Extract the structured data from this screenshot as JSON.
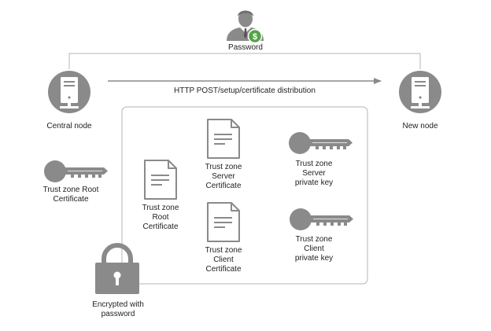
{
  "labels": {
    "password": "Password",
    "central_node": "Central node",
    "new_node": "New node",
    "http_post": "HTTP POST/setup/certificate distribution",
    "root_cert_left": "Trust zone Root\nCertificate",
    "root_cert_box": "Trust zone\nRoot\nCertificate",
    "server_cert": "Trust zone\nServer\nCertificate",
    "client_cert": "Trust zone\nClient\nCertificate",
    "server_key": "Trust zone\nServer\nprivate key",
    "client_key": "Trust zone\nClient\nprivate key",
    "encrypted": "Encrypted with\npassword"
  },
  "icons": {
    "user": "user-icon",
    "badge": "qlik-badge-icon",
    "server": "server-icon",
    "key": "key-icon",
    "document": "document-icon",
    "lock": "padlock-icon"
  },
  "colors": {
    "icon_gray": "#8a8a8a",
    "line_gray": "#b4b4b4",
    "badge_green": "#52a444"
  }
}
